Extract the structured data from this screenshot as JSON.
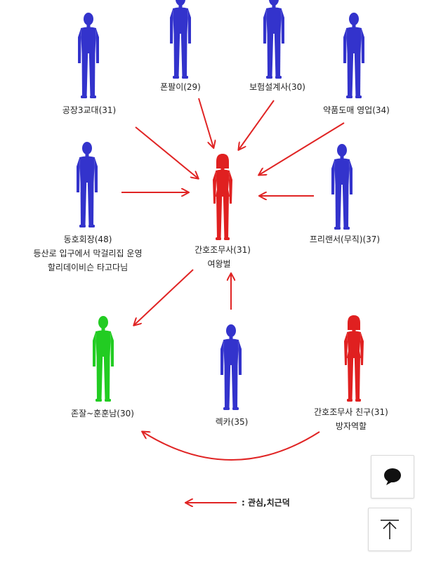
{
  "colors": {
    "male": "#3333cc",
    "female": "#e02020",
    "crush": "#22cc22",
    "arrow": "#e02424"
  },
  "figures": [
    {
      "id": "factory",
      "color": "male",
      "labels": [
        "공장3교대(31)"
      ]
    },
    {
      "id": "phone",
      "color": "male",
      "labels": [
        "폰팔이(29)"
      ]
    },
    {
      "id": "insurance",
      "color": "male",
      "labels": [
        "보험설계사(30)"
      ]
    },
    {
      "id": "pharma",
      "color": "male",
      "labels": [
        "약품도매 영업(34)"
      ]
    },
    {
      "id": "club",
      "color": "male",
      "labels": [
        "동호회장(48)",
        "등산로 입구에서 막걸리집 운영",
        "할리데이비슨 타고다님"
      ]
    },
    {
      "id": "nurse",
      "color": "female",
      "labels": [
        "간호조무사(31)",
        "여왕벌"
      ]
    },
    {
      "id": "freelancer",
      "color": "male",
      "labels": [
        "프리랜서(무직)(37)"
      ]
    },
    {
      "id": "handsome",
      "color": "crush",
      "labels": [
        "존잘~훈훈남(30)"
      ]
    },
    {
      "id": "rekka",
      "color": "male",
      "labels": [
        "렉카(35)"
      ]
    },
    {
      "id": "friend",
      "color": "female",
      "labels": [
        "간호조무사 친구(31)",
        "방자역할"
      ]
    }
  ],
  "legend": {
    "text": ": 관심,치근덕"
  },
  "buttons": {
    "comment_icon": "speech-bubble-icon",
    "top_icon": "scroll-top-icon"
  }
}
